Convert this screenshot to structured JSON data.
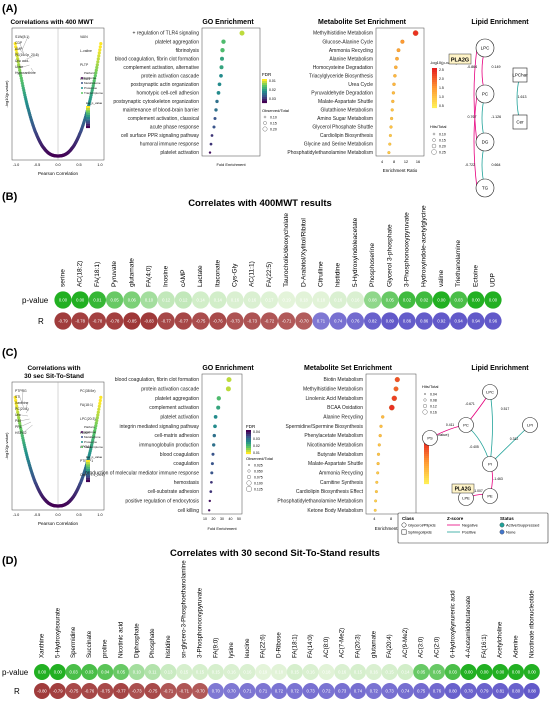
{
  "panelA": {
    "letter": "(A)",
    "volcano": {
      "title": "Correlations with 400 MWT",
      "xlabel": "Pearson Correlation",
      "ylabel": "-log10(p-value)",
      "xticks": [
        "-1.0",
        "-0.5",
        "0.0",
        "0.5",
        "1.0"
      ],
      "labels_left": [
        "S1W(8:1)",
        "CDP",
        "AMP",
        "PE(16:0p_20:5)",
        "Uric acid",
        "Urate",
        "Hypoxanthine"
      ],
      "labels_right": [
        "VAIN",
        "L-valine",
        "PLTP",
        "GRIA1"
      ],
      "legend": [
        "Platform",
        "Lipidome",
        "Metabolome",
        "Proteome",
        "Transcriptome"
      ],
      "color_title": "log_p_value"
    },
    "go": {
      "title": "GO Enrichment",
      "terms": [
        "+ regulation of TLR4 signaling",
        "platelet aggregation",
        "fibrinolysis",
        "blood coagulation, fibrin clot formation",
        "complement activation, alternative",
        "protein activation cascade",
        "postsynaptic actin organization",
        "homotypic cell-cell adhesion",
        "postsynaptic cytoskeleton organization",
        "maintenance of blood-brain barrier",
        "complement activation, classical",
        "acute phase response",
        "cell surface PPR signaling pathway",
        "humoral immune response",
        "platelet activation"
      ],
      "dot_x": [
        0.72,
        0.35,
        0.33,
        0.32,
        0.31,
        0.3,
        0.27,
        0.25,
        0.22,
        0.2,
        0.18,
        0.16,
        0.12,
        0.1,
        0.08
      ],
      "dot_fdr": [
        0.01,
        0.02,
        0.02,
        0.025,
        0.025,
        0.03,
        0.03,
        0.03,
        0.035,
        0.035,
        0.04,
        0.04,
        0.045,
        0.045,
        0.05
      ],
      "xlabel": "Fold Enrichment",
      "fdr_title": "FDR",
      "fdr_ticks": [
        "0.01",
        "0.02",
        "0.03"
      ],
      "size_title": "Observed/Total",
      "size_ticks": [
        "0.10",
        "0.15",
        "0.20"
      ]
    },
    "mse": {
      "title": "Metabolite Set Enrichment",
      "terms": [
        "Methylhistidine Metabolism",
        "Glucose-Alanine Cycle",
        "Ammonia Recycling",
        "Alanine Metabolism",
        "Homocysteine Degradation",
        "Triacylglyceride Biosynthesis",
        "Urea Cycle",
        "Pyruvaldehyde Degradation",
        "Malate-Aspartate Shuttle",
        "Glutathione Metabolism",
        "Amino Sugar Metabolism",
        "Glycerol Phosphate Shuttle",
        "Cardiolipin Biosynthesis",
        "Glycine and Serine Metabolism",
        "Phosphatidylethanolamine Metabolism"
      ],
      "ratio": [
        15.2,
        10.8,
        9.5,
        9.0,
        8.6,
        8.3,
        8.0,
        7.8,
        7.6,
        7.4,
        7.2,
        7.0,
        6.8,
        6.6,
        6.3
      ],
      "sig": [
        2.6,
        1.4,
        1.2,
        1.1,
        1.0,
        0.9,
        0.9,
        0.8,
        0.8,
        0.7,
        0.7,
        0.7,
        0.6,
        0.6,
        0.6
      ],
      "xlabel": "Enrichment Ratio",
      "xticks": [
        "4",
        "8",
        "12",
        "16"
      ],
      "color_title": "-log10(p-value)",
      "color_ticks": [
        "2.5",
        "2.0",
        "1.5",
        "1.0",
        "0.5"
      ],
      "size_title": "Hits/Total",
      "size_ticks": [
        "0.10",
        "0.15",
        "0.20",
        "0.25"
      ]
    },
    "lipid": {
      "title": "Lipid Enrichment",
      "nodes": [
        "LPC",
        "PC",
        "DG",
        "TG",
        "LPChar",
        "Cer"
      ],
      "enzyme": "PLA2G",
      "edges": [
        "-0.864",
        "0.149",
        "0.767",
        "-1.126",
        "-0.722",
        "0.664",
        "1.613"
      ]
    }
  },
  "panelB": {
    "letter": "(B)",
    "title": "Correlates with 400MWT results",
    "row_p": "p-value",
    "row_r": "R",
    "columns": [
      {
        "label": "serine",
        "p": "0.00",
        "r": "-0.79",
        "p_lvl": 1.0,
        "r_lvl": 0.95
      },
      {
        "label": "AC(18:2)",
        "p": "0.00",
        "r": "-0.78",
        "p_lvl": 1.0,
        "r_lvl": 0.92
      },
      {
        "label": "FA(18:1)",
        "p": "0.01",
        "r": "-0.78",
        "p_lvl": 0.9,
        "r_lvl": 0.92
      },
      {
        "label": "Pyruvate",
        "p": "0.05",
        "r": "-0.78",
        "p_lvl": 0.65,
        "r_lvl": 0.92
      },
      {
        "label": "glutamate",
        "p": "0.06",
        "r": "-0.85",
        "p_lvl": 0.55,
        "r_lvl": 0.98
      },
      {
        "label": "FA(4:0)",
        "p": "0.10",
        "r": "-0.83",
        "p_lvl": 0.35,
        "r_lvl": 0.96
      },
      {
        "label": "Inosine",
        "p": "0.12",
        "r": "-0.77",
        "p_lvl": 0.2,
        "r_lvl": 0.88
      },
      {
        "label": "cAMP",
        "p": "0.12",
        "r": "-0.77",
        "p_lvl": 0.2,
        "r_lvl": 0.88
      },
      {
        "label": "Lactate",
        "p": "0.14",
        "r": "-0.75",
        "p_lvl": 0.12,
        "r_lvl": 0.84
      },
      {
        "label": "Itaconate",
        "p": "0.14",
        "r": "-0.76",
        "p_lvl": 0.12,
        "r_lvl": 0.86
      },
      {
        "label": "Cys-Gly",
        "p": "0.16",
        "r": "-0.73",
        "p_lvl": 0.08,
        "r_lvl": 0.8
      },
      {
        "label": "AC(11:1)",
        "p": "0.16",
        "r": "-0.73",
        "p_lvl": 0.08,
        "r_lvl": 0.8
      },
      {
        "label": "FA(22:5)",
        "p": "0.17",
        "r": "-0.72",
        "p_lvl": 0.06,
        "r_lvl": 0.78
      },
      {
        "label": "Taurocholic/deoxycholate",
        "p": "0.19",
        "r": "-0.71",
        "p_lvl": 0.03,
        "r_lvl": 0.76
      },
      {
        "label": "D-Arabitol/Xylitol/Ribitol",
        "p": "0.18",
        "r": "-0.70",
        "p_lvl": 0.04,
        "r_lvl": 0.74
      },
      {
        "label": "Citrulline",
        "p": "0.18",
        "r": "0.71",
        "p_lvl": 0.04,
        "r_lvl": 0.76
      },
      {
        "label": "histidine",
        "p": "0.16",
        "r": "0.74",
        "p_lvl": 0.08,
        "r_lvl": 0.82
      },
      {
        "label": "5-Hydroxyindoleacetate",
        "p": "0.16",
        "r": "0.76",
        "p_lvl": 0.08,
        "r_lvl": 0.86
      },
      {
        "label": "Phosphoserine",
        "p": "0.08",
        "r": "0.82",
        "p_lvl": 0.45,
        "r_lvl": 0.94
      },
      {
        "label": "Glycerol 3-phosphate",
        "p": "0.05",
        "r": "0.89",
        "p_lvl": 0.65,
        "r_lvl": 1.0
      },
      {
        "label": "3-Phosphonooxypyruvate",
        "p": "0.02",
        "r": "0.86",
        "p_lvl": 0.85,
        "r_lvl": 0.98
      },
      {
        "label": "Hydroxyindole-acetylglycine",
        "p": "0.02",
        "r": "0.86",
        "p_lvl": 0.85,
        "r_lvl": 0.98
      },
      {
        "label": "valine",
        "p": "0.00",
        "r": "0.92",
        "p_lvl": 1.0,
        "r_lvl": 1.0
      },
      {
        "label": "Triethanolamine",
        "p": "0.03",
        "r": "0.94",
        "p_lvl": 0.8,
        "r_lvl": 1.0
      },
      {
        "label": "Ectoine",
        "p": "0.00",
        "r": "0.94",
        "p_lvl": 1.0,
        "r_lvl": 1.0
      },
      {
        "label": "UDP",
        "p": "0.00",
        "r": "0.96",
        "p_lvl": 1.0,
        "r_lvl": 1.0
      }
    ]
  },
  "panelC": {
    "letter": "(C)",
    "volcano": {
      "title": "Correlations with",
      "title2": "30 sec Sit-To-Stand",
      "xlabel": "Pearson Correlation",
      "ylabel": "-log10(p-value)",
      "xticks": [
        "-1.0",
        "-0.5",
        "0.0",
        "0.5",
        "1.0"
      ],
      "labels_left": [
        "PTPRG",
        "STI",
        "Xanthine",
        "PC(20:4)",
        "Uric",
        "P54",
        "PR1",
        "HSPG2"
      ],
      "labels_right": [
        "PC(38:5e)",
        "FA(18:1)",
        "LPC(20:3)",
        "HAKH",
        "APOA1",
        "PTENP1",
        "Cer(d17:1_24:1)"
      ],
      "legend": [
        "Platform",
        "Lipidome",
        "Metabolome",
        "Proteome",
        "Transcriptome"
      ],
      "color_title": "log_p_value"
    },
    "go": {
      "title": "GO Enrichment",
      "terms": [
        "blood coagulation, fibrin clot formation",
        "protein activation cascade",
        "platelet aggregation",
        "complement activation",
        "platelet activation",
        "integrin mediated signaling pathway",
        "cell-matrix adhesion",
        "immunoglobulin production",
        "blood coagulation",
        "coagulation",
        "production of molecular mediator immune response",
        "hemostasis",
        "cell-substrate adhesion",
        "positive regulation of endocytosis",
        "cell killing"
      ],
      "dot_x": [
        0.72,
        0.7,
        0.4,
        0.38,
        0.3,
        0.28,
        0.26,
        0.24,
        0.22,
        0.2,
        0.18,
        0.17,
        0.15,
        0.12,
        0.1
      ],
      "dot_fdr": [
        0.01,
        0.01,
        0.02,
        0.025,
        0.03,
        0.03,
        0.035,
        0.035,
        0.04,
        0.04,
        0.04,
        0.045,
        0.045,
        0.05,
        0.05
      ],
      "xlabel": "Fold Enrichment",
      "xticks": [
        "10",
        "20",
        "30",
        "40",
        "50"
      ],
      "fdr_title": "FDR",
      "fdr_ticks": [
        "0.04",
        "0.03",
        "0.02",
        "0.01"
      ],
      "size_title": "Observed/Total",
      "size_ticks": [
        "0.025",
        "0.050",
        "0.075",
        "0.100",
        "0.125"
      ]
    },
    "mse": {
      "title": "Metabolite Set Enrichment",
      "terms": [
        "Biotin Metabolism",
        "Methylhistidine Metabolism",
        "Linolenic Acid Metabolism",
        "BCAA Oxidation",
        "Alanine Recycling",
        "Spermidine/Spermine Biosynthesis",
        "Phenylacetate Metabolism",
        "Nicotinamide Metabolism",
        "Butyrate Metabolism",
        "Malate-Aspartate Shuttle",
        "Ammonia Recycling",
        "Carnitine Synthesis",
        "Cardiolipin Biosynthesis Effect",
        "Phosphatidylethanolamine Metabolism",
        "Ketone Body Metabolism"
      ],
      "ratio": [
        9.5,
        9.2,
        8.8,
        8.2,
        6.0,
        5.6,
        5.4,
        5.2,
        5.0,
        4.9,
        4.8,
        4.6,
        4.5,
        4.3,
        4.2
      ],
      "sig": [
        2.4,
        2.2,
        2.6,
        2.8,
        0.9,
        0.8,
        0.8,
        0.7,
        0.7,
        0.7,
        0.6,
        0.6,
        0.6,
        0.5,
        0.5
      ],
      "xlabel": "Enrichment Ratio",
      "xticks": [
        "4",
        "8",
        "12"
      ],
      "color_title": "-log10(p-value)",
      "size_title": "Hits/Total",
      "size_ticks": [
        "0.04",
        "0.08",
        "0.12",
        "0.16"
      ]
    },
    "lipid": {
      "title": "Lipid Enrichment",
      "nodes": [
        "LPC",
        "PC",
        "PS",
        "LPI",
        "PI",
        "PE",
        "LPE"
      ],
      "enzyme": "PLA2G",
      "edges": [
        "-0.671",
        "0.411",
        "-0.405",
        "-1.463",
        "0.312",
        "-1.007",
        "0.517"
      ],
      "legend": {
        "class_title": "Class",
        "class_items": [
          "Glycerol/Plipids",
          "Sphingolipids"
        ],
        "z_title": "Z-score",
        "z_items": [
          "Negative",
          "Positive"
        ],
        "status_title": "Status",
        "status_items": [
          "Active/Suppressed",
          "None"
        ]
      }
    }
  },
  "panelD": {
    "letter": "(D)",
    "title": "Correlates with 30 second Sit-To-Stand results",
    "row_p": "p-value",
    "row_r": "R",
    "columns": [
      {
        "label": "Xanthine",
        "p": "0.00",
        "r": "-0.80",
        "p_lvl": 1.0,
        "r_lvl": 0.95
      },
      {
        "label": "5-Hydroxyisourate",
        "p": "0.00",
        "r": "-0.79",
        "p_lvl": 1.0,
        "r_lvl": 0.93
      },
      {
        "label": "Spermidine",
        "p": "0.03",
        "r": "-0.75",
        "p_lvl": 0.8,
        "r_lvl": 0.86
      },
      {
        "label": "Succinate",
        "p": "0.03",
        "r": "-0.76",
        "p_lvl": 0.8,
        "r_lvl": 0.88
      },
      {
        "label": "proline",
        "p": "0.04",
        "r": "-0.75",
        "p_lvl": 0.72,
        "r_lvl": 0.86
      },
      {
        "label": "Nicotinic acid",
        "p": "0.05",
        "r": "-0.77",
        "p_lvl": 0.65,
        "r_lvl": 0.9
      },
      {
        "label": "Diphosphate",
        "p": "0.10",
        "r": "-0.73",
        "p_lvl": 0.35,
        "r_lvl": 0.82
      },
      {
        "label": "Phosphate",
        "p": "0.11",
        "r": "-0.75",
        "p_lvl": 0.28,
        "r_lvl": 0.86
      },
      {
        "label": "histidine",
        "p": "0.13",
        "r": "-0.71",
        "p_lvl": 0.16,
        "r_lvl": 0.78
      },
      {
        "label": "sn-glycero-3-Phosphoethanolamine",
        "p": "0.15",
        "r": "-0.71",
        "p_lvl": 0.1,
        "r_lvl": 0.78
      },
      {
        "label": "3-Phosphonooxypyruvate",
        "p": "0.15",
        "r": "-0.70",
        "p_lvl": 0.1,
        "r_lvl": 0.76
      },
      {
        "label": "FA(9:0)",
        "p": "0.15",
        "r": "0.70",
        "p_lvl": 0.1,
        "r_lvl": 0.76
      },
      {
        "label": "lysine",
        "p": "0.16",
        "r": "0.70",
        "p_lvl": 0.08,
        "r_lvl": 0.76
      },
      {
        "label": "leucine",
        "p": "0.16",
        "r": "0.71",
        "p_lvl": 0.08,
        "r_lvl": 0.78
      },
      {
        "label": "FA(22:6)",
        "p": "0.19",
        "r": "0.71",
        "p_lvl": 0.03,
        "r_lvl": 0.78
      },
      {
        "label": "D-Ribose",
        "p": "0.18",
        "r": "0.72",
        "p_lvl": 0.04,
        "r_lvl": 0.8
      },
      {
        "label": "FA(18:1)",
        "p": "0.15",
        "r": "0.72",
        "p_lvl": 0.1,
        "r_lvl": 0.8
      },
      {
        "label": "FA(14:0)",
        "p": "0.16",
        "r": "0.73",
        "p_lvl": 0.08,
        "r_lvl": 0.82
      },
      {
        "label": "AC(8:0)",
        "p": "0.18",
        "r": "0.72",
        "p_lvl": 0.04,
        "r_lvl": 0.8
      },
      {
        "label": "AC(7-Me2)",
        "p": "0.16",
        "r": "0.73",
        "p_lvl": 0.08,
        "r_lvl": 0.82
      },
      {
        "label": "FA(20:3)",
        "p": "0.15",
        "r": "0.74",
        "p_lvl": 0.1,
        "r_lvl": 0.84
      },
      {
        "label": "glutamate",
        "p": "0.16",
        "r": "0.72",
        "p_lvl": 0.08,
        "r_lvl": 0.8
      },
      {
        "label": "FA(20:4)",
        "p": "0.15",
        "r": "0.73",
        "p_lvl": 0.1,
        "r_lvl": 0.82
      },
      {
        "label": "AC(9-Me2)",
        "p": "0.14",
        "r": "0.74",
        "p_lvl": 0.12,
        "r_lvl": 0.84
      },
      {
        "label": "AC(3:0)",
        "p": "0.05",
        "r": "0.75",
        "p_lvl": 0.65,
        "r_lvl": 0.86
      },
      {
        "label": "AC(2:0)",
        "p": "0.05",
        "r": "0.76",
        "p_lvl": 0.65,
        "r_lvl": 0.88
      },
      {
        "label": "6-Hydroxykynurenic acid",
        "p": "0.03",
        "r": "0.80",
        "p_lvl": 0.8,
        "r_lvl": 0.94
      },
      {
        "label": "4-Acetamidobutanoate",
        "p": "0.00",
        "r": "0.78",
        "p_lvl": 1.0,
        "r_lvl": 0.92
      },
      {
        "label": "FA(16:1)",
        "p": "0.00",
        "r": "0.79",
        "p_lvl": 1.0,
        "r_lvl": 0.93
      },
      {
        "label": "Acetylcholine",
        "p": "0.00",
        "r": "0.81",
        "p_lvl": 1.0,
        "r_lvl": 0.95
      },
      {
        "label": "Adenine",
        "p": "0.00",
        "r": "0.80",
        "p_lvl": 1.0,
        "r_lvl": 0.94
      },
      {
        "label": "Nicotinate ribonucleotide",
        "p": "0.00",
        "r": "0.88",
        "p_lvl": 1.0,
        "r_lvl": 1.0
      }
    ]
  }
}
